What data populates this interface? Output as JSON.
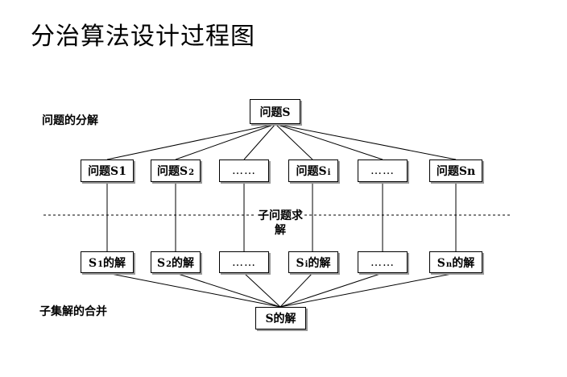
{
  "title": "分治算法设计过程图",
  "labels": {
    "decompose": "问题的分解",
    "solve_line1": "子问题求",
    "solve_line2": "解",
    "merge": "子集解的合并"
  },
  "root": {
    "text": "问题S"
  },
  "subproblems": [
    {
      "text": "问题S",
      "sub": "",
      "tail": "1",
      "kind": "normal"
    },
    {
      "text": "问题S",
      "sub": "2",
      "tail": "",
      "kind": "normal"
    },
    {
      "text": "……",
      "sub": "",
      "tail": "",
      "kind": "dots"
    },
    {
      "text": "问题S",
      "sub": "i",
      "tail": "",
      "kind": "normal"
    },
    {
      "text": "……",
      "sub": "",
      "tail": "",
      "kind": "dots"
    },
    {
      "text": "问题Sn",
      "sub": "",
      "tail": "",
      "kind": "normal"
    }
  ],
  "solutions": [
    {
      "text": "S",
      "sub": "1",
      "tail": "的解",
      "kind": "normal"
    },
    {
      "text": "S",
      "sub": "2",
      "tail": "的解",
      "kind": "normal"
    },
    {
      "text": "……",
      "sub": "",
      "tail": "",
      "kind": "dots"
    },
    {
      "text": "S",
      "sub": "i",
      "tail": "的解",
      "kind": "normal"
    },
    {
      "text": "……",
      "sub": "",
      "tail": "",
      "kind": "dots"
    },
    {
      "text": "S",
      "sub": "n",
      "tail": "的解",
      "kind": "normal"
    }
  ],
  "result": {
    "text": "S的解"
  }
}
